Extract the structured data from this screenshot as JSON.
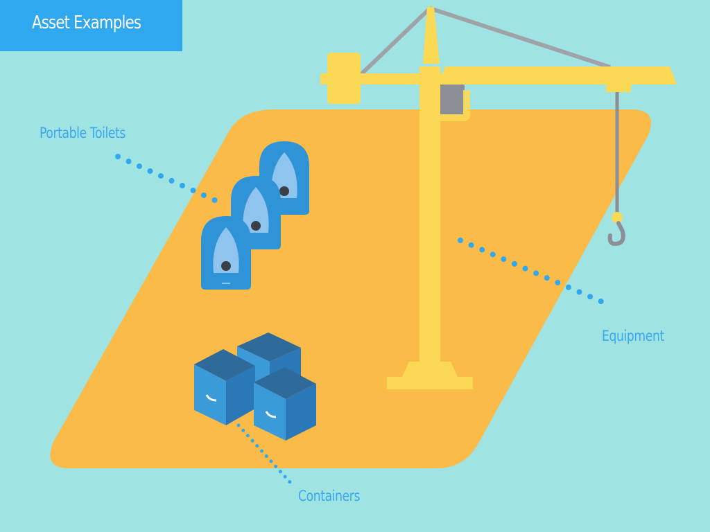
{
  "title": "Asset Examples",
  "labels": {
    "portable_toilets": "Portable Toilets",
    "equipment": "Equipment",
    "containers": "Containers"
  },
  "colors": {
    "background": "#9fe3e3",
    "banner": "#2fa8f0",
    "site": "#fbbb48",
    "crane": "#fbd955",
    "toilet": "#2f93d8",
    "container_top": "#2e6a9a",
    "container_side": "#3b9bd8",
    "label": "#3aa8ee",
    "dots": "#2fa8f0"
  }
}
